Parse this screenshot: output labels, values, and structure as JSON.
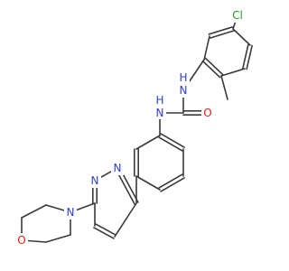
{
  "colors": {
    "background": "#ffffff",
    "bond": "#3a3a3a",
    "carbon": "#3a3a3a",
    "nitrogen": "#2d3fd8",
    "oxygen": "#e0201a",
    "chlorine": "#1e9e1e"
  },
  "atoms": {
    "cl": {
      "element": "Cl",
      "label": "Cl"
    },
    "n_urea_top": {
      "element": "N",
      "label": "N"
    },
    "h_urea_top": {
      "element": "H",
      "label": "H"
    },
    "o_urea": {
      "element": "O",
      "label": "O"
    },
    "n_urea_bottom": {
      "element": "N",
      "label": "N"
    },
    "h_urea_bottom": {
      "element": "H",
      "label": "H"
    },
    "n_pyridazine_1": {
      "element": "N",
      "label": "N"
    },
    "n_pyridazine_2": {
      "element": "N",
      "label": "N"
    },
    "n_morpholine": {
      "element": "N",
      "label": "N"
    },
    "o_morpholine": {
      "element": "O",
      "label": "O"
    }
  }
}
